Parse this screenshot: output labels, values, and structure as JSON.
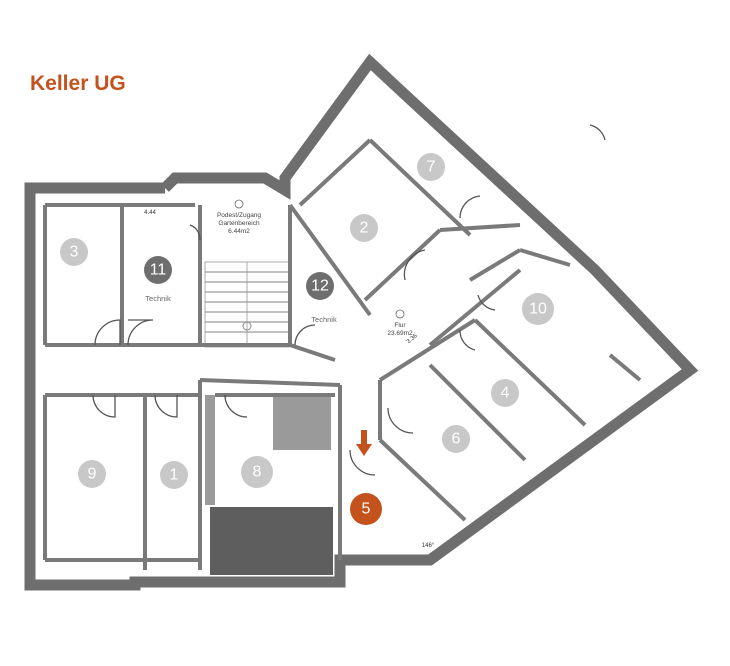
{
  "title": "Keller UG",
  "highlight_color": "#c4521c",
  "rooms": [
    {
      "id": "3",
      "label": "3"
    },
    {
      "id": "11",
      "label": "11",
      "sub": "Technik"
    },
    {
      "id": "12",
      "label": "12",
      "sub": "Technik"
    },
    {
      "id": "2",
      "label": "2"
    },
    {
      "id": "7",
      "label": "7"
    },
    {
      "id": "10",
      "label": "10"
    },
    {
      "id": "4",
      "label": "4"
    },
    {
      "id": "6",
      "label": "6"
    },
    {
      "id": "9",
      "label": "9"
    },
    {
      "id": "1",
      "label": "1"
    },
    {
      "id": "8",
      "label": "8"
    },
    {
      "id": "5",
      "label": "5",
      "highlighted": true
    }
  ],
  "annotations": {
    "podest_line1": "Podest/Zugang",
    "podest_line2": "Gartenbereich",
    "podest_area": "6.44m2",
    "flur_line1": "Flur",
    "flur_area": "23.69m2",
    "dim_flur": "3.36",
    "dim_small": "4.44",
    "dim_angle": "146°"
  }
}
